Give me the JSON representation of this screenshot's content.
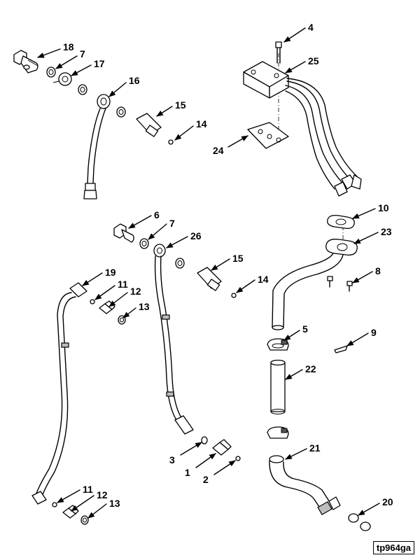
{
  "figure_id": "tp964ga",
  "callouts": [
    "18",
    "7",
    "17",
    "16",
    "15",
    "14",
    "4",
    "25",
    "24",
    "10",
    "23",
    "8",
    "6",
    "7",
    "26",
    "15",
    "14",
    "19",
    "11",
    "12",
    "13",
    "5",
    "9",
    "22",
    "21",
    "3",
    "1",
    "2",
    "11",
    "12",
    "13",
    "20"
  ],
  "colors": {
    "line": "#000000",
    "shade": "#bdbdbd",
    "background": "#ffffff"
  }
}
